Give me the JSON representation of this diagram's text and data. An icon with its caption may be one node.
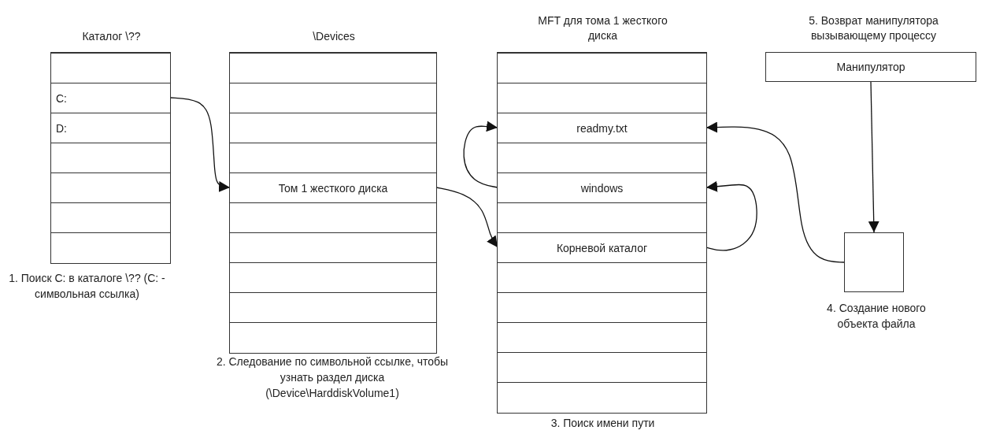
{
  "diagram": {
    "nodes": [
      {
        "text": [
          "Каталог \\??"
        ],
        "beside": [
          "1. Поиск С: в каталоге \\?? (С: - символьная ссылка)"
        ]
      },
      {
        "text": [],
        "shape": "box",
        "in": 0
      },
      {
        "text": [
          "C:"
        ],
        "in": 0
      },
      {
        "text": [
          "D:"
        ],
        "in": 0
      },
      {
        "text": [],
        "shape": "box",
        "in": 0
      },
      {
        "text": [],
        "shape": "box",
        "in": 0
      },
      {
        "text": [],
        "shape": "box",
        "in": 0
      },
      {
        "text": [],
        "shape": "box",
        "in": 0
      },
      {
        "text": [
          "\\Devices"
        ],
        "beside": [
          "2. Следование по символьной ссылке, чтобы узнать раздел диска (\\Device\\HarddiskVolume1)"
        ]
      },
      {
        "text": [],
        "shape": "box",
        "in": 8
      },
      {
        "text": [],
        "shape": "box",
        "in": 8
      },
      {
        "text": [],
        "shape": "box",
        "in": 8
      },
      {
        "text": [],
        "shape": "box",
        "in": 8
      },
      {
        "text": [
          "Том 1 жесткого диска"
        ],
        "in": 8
      },
      {
        "text": [],
        "shape": "box",
        "in": 8
      },
      {
        "text": [],
        "shape": "box",
        "in": 8
      },
      {
        "text": [],
        "shape": "box",
        "in": 8
      },
      {
        "text": [],
        "shape": "box",
        "in": 8
      },
      {
        "text": [],
        "shape": "box",
        "in": 8
      },
      {
        "text": [
          "MFT для тома 1 жесткого диска"
        ],
        "beside": [
          "3. Поиск имени пути"
        ]
      },
      {
        "text": [],
        "shape": "box",
        "in": 19
      },
      {
        "text": [],
        "shape": "box",
        "in": 19
      },
      {
        "text": [
          "readmy.txt"
        ],
        "in": 19
      },
      {
        "text": [],
        "shape": "box",
        "in": 19
      },
      {
        "text": [
          "windows"
        ],
        "in": 19
      },
      {
        "text": [],
        "shape": "box",
        "in": 19
      },
      {
        "text": [
          "Корневой каталог"
        ],
        "in": 19
      },
      {
        "text": [],
        "shape": "box",
        "in": 19
      },
      {
        "text": [],
        "shape": "box",
        "in": 19
      },
      {
        "text": [],
        "shape": "box",
        "in": 19
      },
      {
        "text": [],
        "shape": "box",
        "in": 19
      },
      {
        "text": [],
        "shape": "box",
        "in": 19
      },
      {
        "text": [
          "5. Возврат манипулятора вызывающему процессу",
          "Манипулятор"
        ]
      },
      {
        "text": [],
        "shape": "box",
        "beside": [
          "4. Создание нового объекта файла"
        ]
      }
    ],
    "edges": [
      {
        "from": 2,
        "to": 13,
        "arrow": "to"
      },
      {
        "from": 13,
        "to": 26,
        "arrow": "to"
      },
      {
        "from": 26,
        "to": 24,
        "arrow": "to"
      },
      {
        "from": 24,
        "to": 22,
        "arrow": "to"
      },
      {
        "from": 32,
        "to": 33,
        "arrow": "to"
      },
      {
        "from": 33,
        "to": 22,
        "arrow": "to"
      }
    ]
  }
}
